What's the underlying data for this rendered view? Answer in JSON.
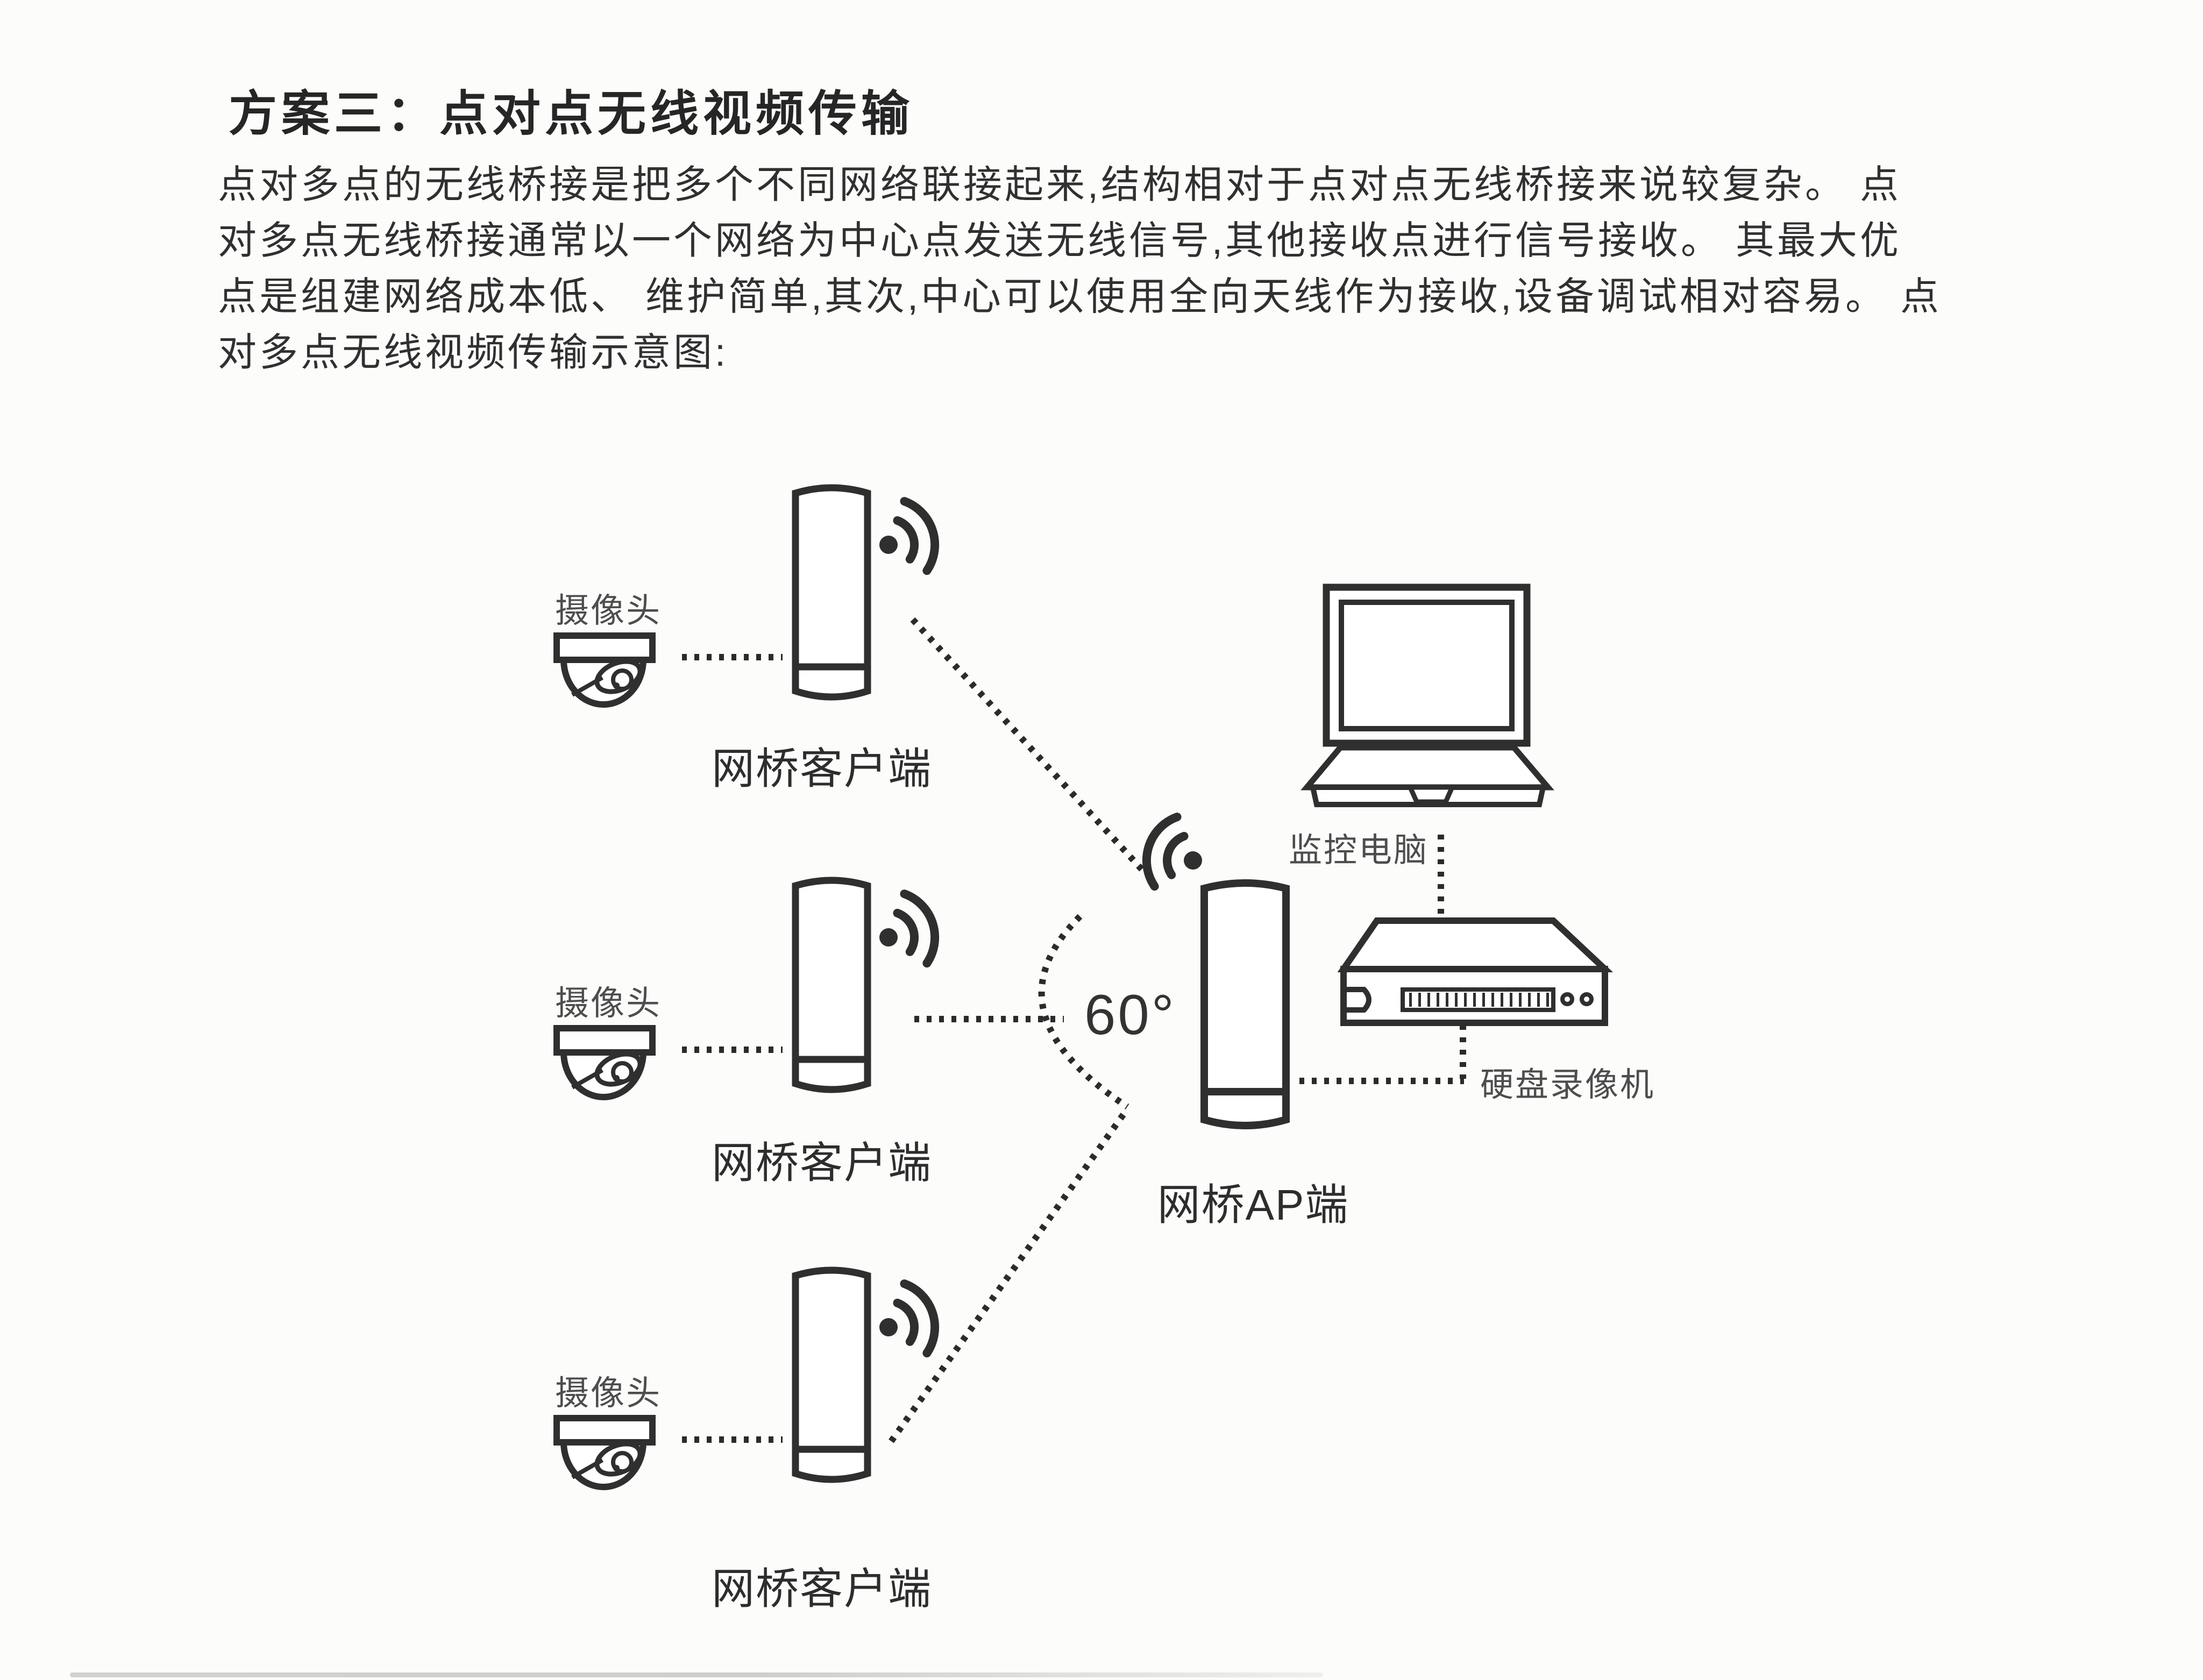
{
  "page": {
    "title": "方案三：点对点无线视频传输",
    "lines": [
      "点对多点的无线桥接是把多个不同网络联接起来,结构相对于点对点无线桥接来说较复杂。 点",
      "对多点无线桥接通常以一个网络为中心点发送无线信号,其他接收点进行信号接收。 其最大优",
      "点是组建网络成本低、 维护简单,其次,中心可以使用全向天线作为接收,设备调试相对容易。 点",
      "对多点无线视频传输示意图:"
    ]
  },
  "diagram": {
    "angle": "60°",
    "ap_label": "网桥AP端",
    "pc_label": "监控电脑",
    "dvr_label": "硬盘录像机",
    "clients": [
      {
        "camera_label": "摄像头",
        "bridge_label": "网桥客户端"
      },
      {
        "camera_label": "摄像头",
        "bridge_label": "网桥客户端"
      },
      {
        "camera_label": "摄像头",
        "bridge_label": "网桥客户端"
      }
    ]
  },
  "colors": {
    "ink": "#2f2f2f",
    "label_gray": "#4d4d4d",
    "body_text": "#303030",
    "background": "#fcfcfb"
  }
}
